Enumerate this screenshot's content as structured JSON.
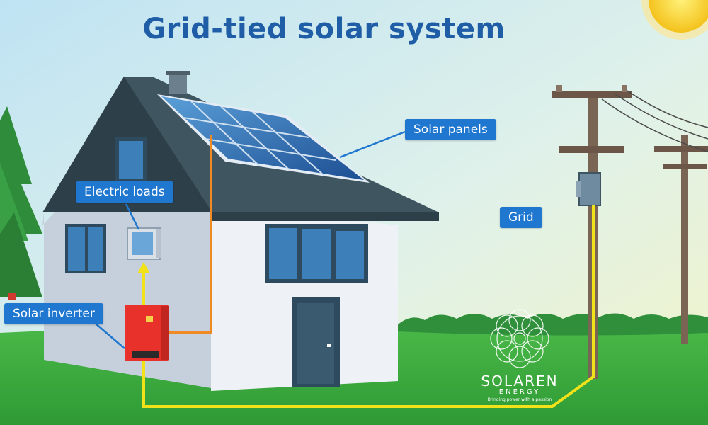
{
  "title": "Grid-tied solar system",
  "labels": {
    "solar_panels": "Solar panels",
    "electric_loads": "Electric loads",
    "solar_inverter": "Solar inverter",
    "grid": "Grid"
  },
  "brand": {
    "name": "SOLAREN",
    "sub": "ENERGY",
    "tagline": "Bringing power with a passion"
  },
  "colors": {
    "title": "#1f5ea6",
    "callout": "#1f77d0",
    "dc_wire": "#f08a24",
    "ac_wire": "#f2e21a",
    "inverter": "#e8312a",
    "roof": "#3f5661",
    "wall": "#e9edf3",
    "grass": "#3aaa3e"
  },
  "icons": [
    "sun-icon",
    "logo-icon",
    "arrow-up-icon"
  ]
}
